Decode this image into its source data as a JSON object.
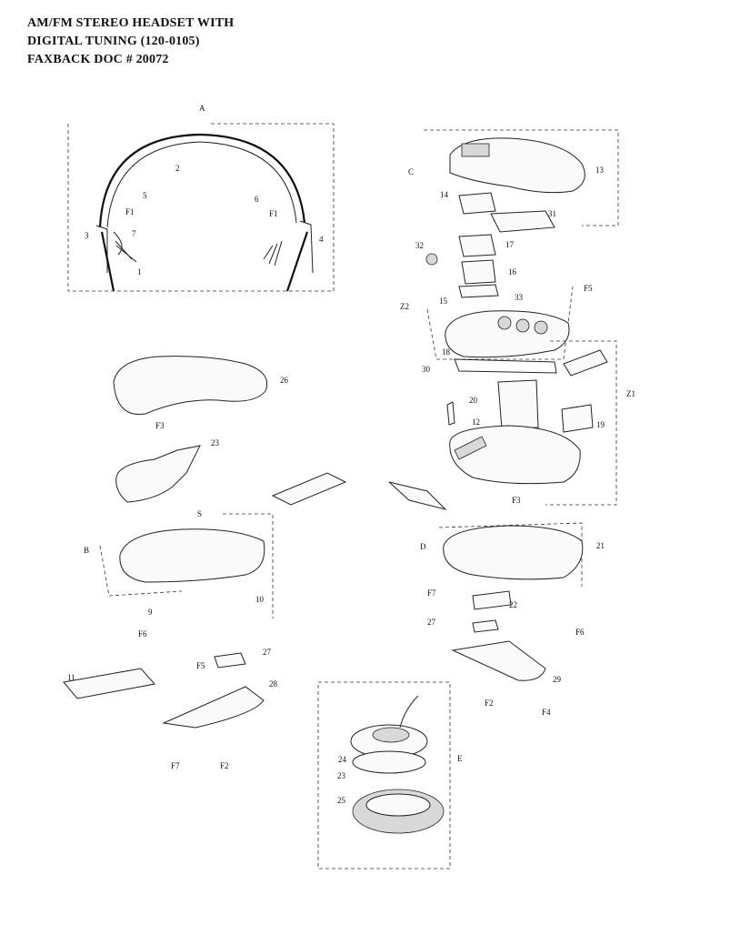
{
  "header": {
    "line1": "AM/FM STEREO HEADSET WITH",
    "line2": "DIGITAL TUNING  (120-0105)",
    "line3": "FAXBACK DOC # 20072"
  },
  "labels": {
    "A": "A",
    "n2": "2",
    "n5": "5",
    "n6": "6",
    "F1a": "F1",
    "F1b": "F1",
    "n3": "3",
    "n4": "4",
    "n7": "7",
    "n1": "1",
    "C": "C",
    "n13": "13",
    "n14": "14",
    "n31": "31",
    "n32": "32",
    "n17": "17",
    "n16": "16",
    "n15": "15",
    "Z2": "Z2",
    "n33": "33",
    "F5": "F5",
    "n18": "18",
    "n30": "30",
    "Z1": "Z1",
    "n20": "20",
    "n12": "12",
    "n19": "19",
    "F3b": "F3",
    "n26": "26",
    "F3a": "F3",
    "n23": "23",
    "S": "S",
    "B": "B",
    "n9": "9",
    "n10": "10",
    "F6a": "F6",
    "F5a": "F5",
    "n11": "11",
    "n27a": "27",
    "n28": "28",
    "F7a": "F7",
    "F2a": "F2",
    "D": "D",
    "n21": "21",
    "F7b": "F7",
    "n22": "22",
    "n27b": "27",
    "F6b": "F6",
    "n29": "29",
    "F2b": "F2",
    "F4": "F4",
    "n24": "24",
    "n23b": "23",
    "E": "E",
    "n25": "25"
  }
}
